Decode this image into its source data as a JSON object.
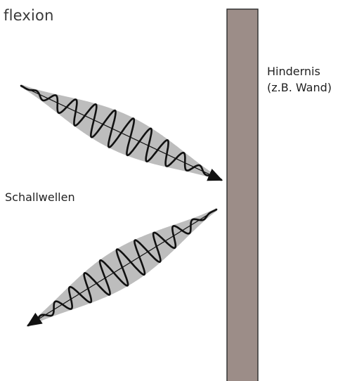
{
  "diagram": {
    "title": "flexion",
    "obstacle": {
      "label_line1": "Hindernis",
      "label_line2": "(z.B. Wand)",
      "color": "#9c8d88",
      "outline": "#2b2b2b"
    },
    "waves_label": "Schallwellen",
    "waves": [
      {
        "name": "incident-wave",
        "direction": "toward-obstacle"
      },
      {
        "name": "reflected-wave",
        "direction": "away-from-obstacle"
      }
    ],
    "wave_color": "#111111",
    "envelope_color": "#bdbdbd"
  }
}
